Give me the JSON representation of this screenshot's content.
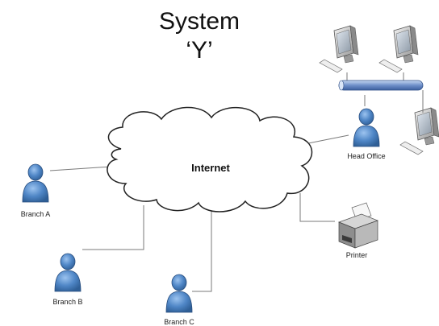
{
  "title": {
    "line1": "System",
    "line2": "‘Y’"
  },
  "network": {
    "label": "Internet"
  },
  "nodes": {
    "branch_a": {
      "label": "Branch A",
      "icon": "user-icon"
    },
    "branch_b": {
      "label": "Branch B",
      "icon": "user-icon"
    },
    "branch_c": {
      "label": "Branch C",
      "icon": "user-icon"
    },
    "head_office": {
      "label": "Head Office",
      "icon": "user-icon"
    },
    "printer": {
      "label": "Printer",
      "icon": "printer-icon"
    }
  },
  "office_lan": {
    "workstations": 3,
    "icon": "desktop-computer-icon",
    "backbone_icon": "network-bus-icon"
  },
  "colors": {
    "user_fill": "#4f86c6",
    "user_dark": "#2f5f96",
    "cloud_fill": "#ffffff",
    "cloud_stroke": "#222222",
    "link": "#7a7a7a",
    "bus": "#6e8fc8"
  }
}
